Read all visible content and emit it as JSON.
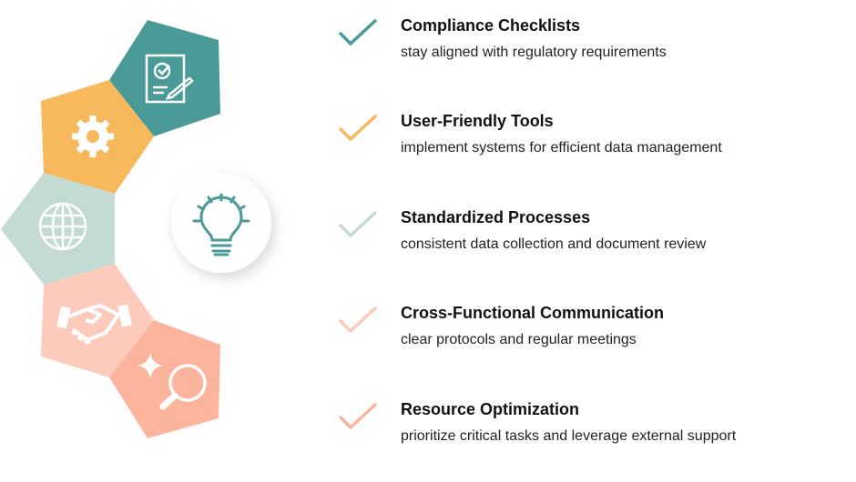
{
  "colors": {
    "teal": "#4a9a98",
    "orange": "#f8b85c",
    "sage": "#c3dbd2",
    "pink": "#fccbbb",
    "salmon": "#fcb49c"
  },
  "center_icon": "lightbulb-icon",
  "items": [
    {
      "title": "Compliance Checklists",
      "desc": "stay aligned with regulatory requirements",
      "color": "#4a9a98",
      "icon": "checklist-document-icon"
    },
    {
      "title": "User-Friendly Tools",
      "desc": "implement systems for efficient data management",
      "color": "#f8b85c",
      "icon": "gear-icon"
    },
    {
      "title": "Standardized Processes",
      "desc": "consistent data collection and document review",
      "color": "#c3dbd2",
      "icon": "globe-icon"
    },
    {
      "title": "Cross-Functional Communication",
      "desc": "clear protocols and regular meetings",
      "color": "#fccbbb",
      "icon": "handshake-icon"
    },
    {
      "title": "Resource Optimization",
      "desc": "prioritize critical tasks and leverage external support",
      "color": "#fcb49c",
      "icon": "magnifier-sparkle-icon"
    }
  ]
}
